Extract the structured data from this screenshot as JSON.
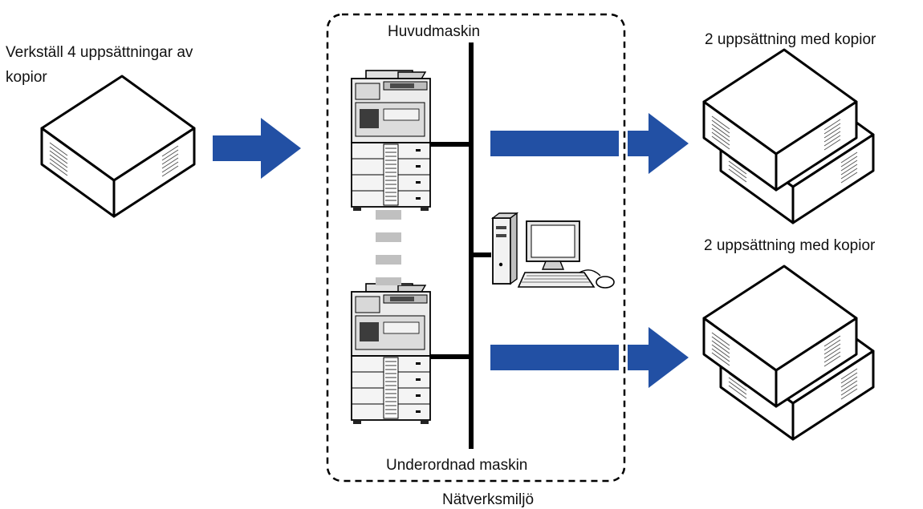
{
  "labels": {
    "input_job": [
      "Verkställ 4 uppsättningar av",
      "kopior"
    ],
    "main_machine": "Huvudmaskin",
    "sub_machine": "Underordnad maskin",
    "network": "Nätverksmiljö",
    "output_top": "2 uppsättning med kopior",
    "output_bottom": "2 uppsättning med kopior"
  },
  "icons": {
    "input_stack": "paper-stack-icon",
    "main_printer": "multifunction-printer-icon",
    "sub_printer": "multifunction-printer-icon",
    "computer": "desktop-computer-icon",
    "output": "paper-stack-icon"
  },
  "colors": {
    "arrow": "#2250a4",
    "network_line": "#000000",
    "link_dashes": "#c0c0c0",
    "boundary": "#000000"
  }
}
